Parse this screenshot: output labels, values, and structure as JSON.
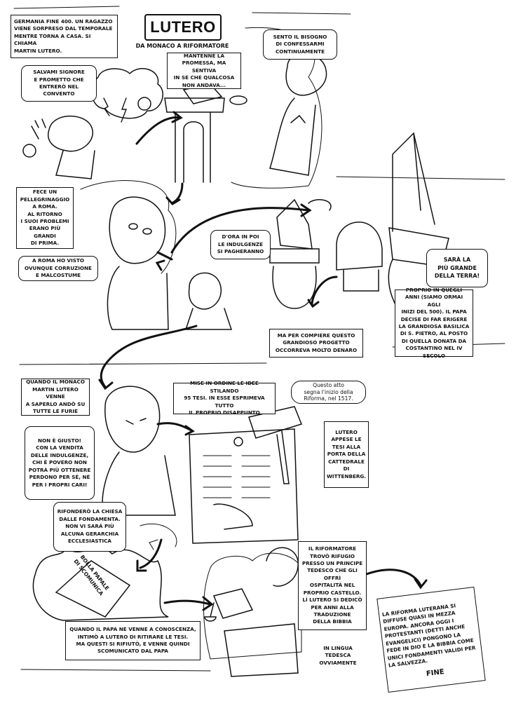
{
  "title": "LUTERO",
  "subtitle": "DA MONACO A RIFORMATORE",
  "captions": {
    "intro": "GERMANIA FINE 400. UN RAGAZZO\nVIENE SORPRESO DAL TEMPORALE\nMENTRE TORNA A CASA. SI CHIAMA\nMARTIN LUTERO.",
    "promise": "MANTENNE LA\nPROMESSA, MA SENTIVA\nIN SE CHE QUALCOSA\nNON ANDAVA...",
    "pilgrimage": "FECE UN\nPELLEGRINAGGIO\nA ROMA.\nAL RITORNO\nI SUOI PROBLEMI\nERANO PIÙ\nGRANDI\nDI PRIMA.",
    "basilica": "PROPRIO IN QUEGLI\nANNI (SIAMO ORMAI AGLI\nINIZI DEL 500). IL PAPA\nDECISE DI FAR ERIGERE\nLA GRANDIOSA BASILICA\nDI S. PIETRO, AL POSTO\nDI QUELLA DONATA DA\nCOSTANTINO NEL IV\nSECOLO",
    "money": "MA PER COMPIERE QUESTO\nGRANDIOSO PROGETTO\nOCCORREVA MOLTO DENARO",
    "furious": "QUANDO IL MONACO\nMARTIN LUTERO VENNE\nA SAPERLO ANDÒ SU\nTUTTE LE FURIE",
    "theses": "MISE IN ORDINE LE IDEE STILANDO\n95 TESI. IN ESSE ESPRIMEVA TUTTO\nIL PROPRIO DISAPPUNTO",
    "wittenberg": "LUTERO\nAPPESE LE\nTESI ALLA\nPORTA DELLA\nCATTEDRALE\nDI\nWITTENBERG.",
    "excommunicated": "QUANDO IL PAPA NE VENNE A CONOSCENZA,\nINTIMÒ A LUTERO DI RITIRARE LE TESI.\nMA QUESTI SI RIFIUTÒ, E VENNE QUINDI\nSCOMUNICATO DAL PAPA",
    "refuge": "IL RIFORMATORE\nTROVÒ RIFUGIO\nPRESSO UN PRINCIPE\nTEDESCO CHE GLI OFFRÌ\nOSPITALITÀ NEL\nPROPRIO CASTELLO.\nLÌ LUTERO SI DEDICÒ\nPER ANNI ALLA\nTRADUZIONE\nDELLA BIBBIA",
    "german": "IN LINGUA\nTEDESCA\nOVVIAMENTE",
    "conclusion": "LA RIFORMA LUTERANA SI\nDIFFUSE QUASI IN MEZZA\nEUROPA. ANCORA OGGI I\nPROTESTANTI (DETTI ANCHE\nEVANGELICI) PONGONO LA\nFEDE IN DIO E LA BIBBIA COME\nUNICI FONDAMENTI VALIDI PER\nLA SALVEZZA.",
    "end": "FINE"
  },
  "speech": {
    "save_me": "SALVAMI SIGNORE\nE PROMETTO CHE\nENTRERÒ NEL CONVENTO",
    "confess": "SENTO IL BISOGNO\nDI CONFESSARMI\nCONTINUAMENTE",
    "rome": "A ROMA HO VISTO\nOVUNQUE CORRUZIONE\nE MALCOSTUME",
    "indulgences": "D'ORA IN POI\nLE INDULGENZE\nSI PAGHERANNO",
    "greatest": "SARÀ LA\nPIÙ GRANDE\nDELLA TERRA!",
    "not_fair": "NON È GIUSTO!\nCON LA VENDITA\nDELLE INDULGENZE,\nCHI È POVERO NON\nPOTRÀ PIÙ OTTENERE\nPERDONO PER SÉ, NÉ\nPER I PROPRI CARI!",
    "reform": "RIFONDERÒ LA CHIESA\nDALLE FONDAMENTA.\nNON VI SARÀ PIÙ\nALCUNA GERARCHIA\nECCLESIASTICA",
    "reformation_start": "Questo atto\nsegna l'inizio della\nRiforma, nel 1517."
  },
  "props": {
    "bull": "BOLLA PAPALE\nDI SCOMUNICA"
  }
}
